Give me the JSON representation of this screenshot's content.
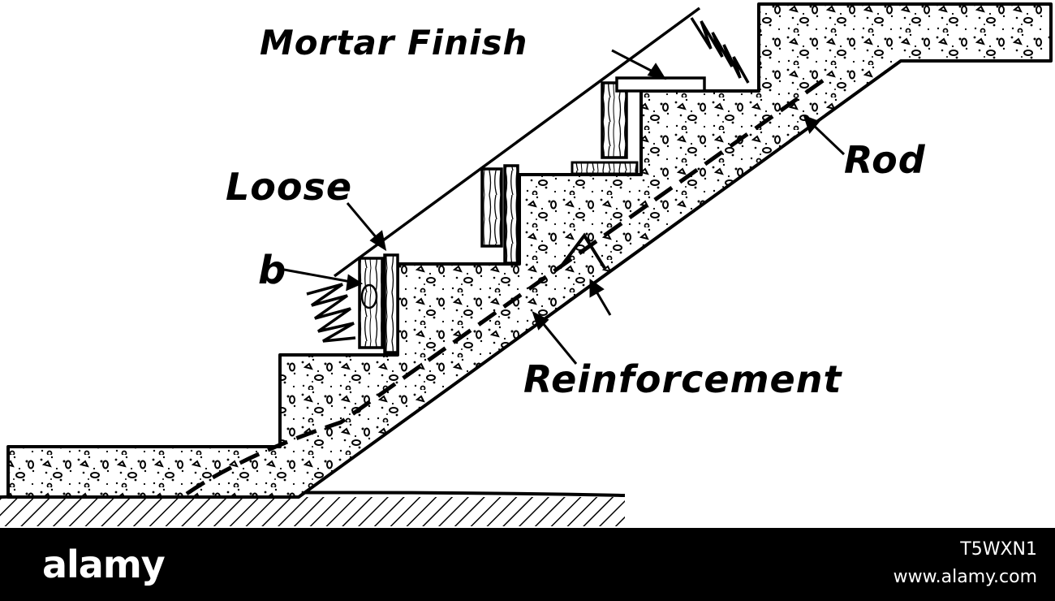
{
  "diagram": {
    "labels": {
      "mortar_finish": "Mortar Finish",
      "loose": "Loose",
      "b": "b",
      "rod": "Rod",
      "reinforcement": "Reinforcement"
    }
  },
  "watermark": {
    "brand": "alamy",
    "image_id": "T5WXN1",
    "site": "www.alamy.com"
  },
  "colors": {
    "ink": "#000000",
    "paper": "#ffffff",
    "banner": "#000000"
  }
}
